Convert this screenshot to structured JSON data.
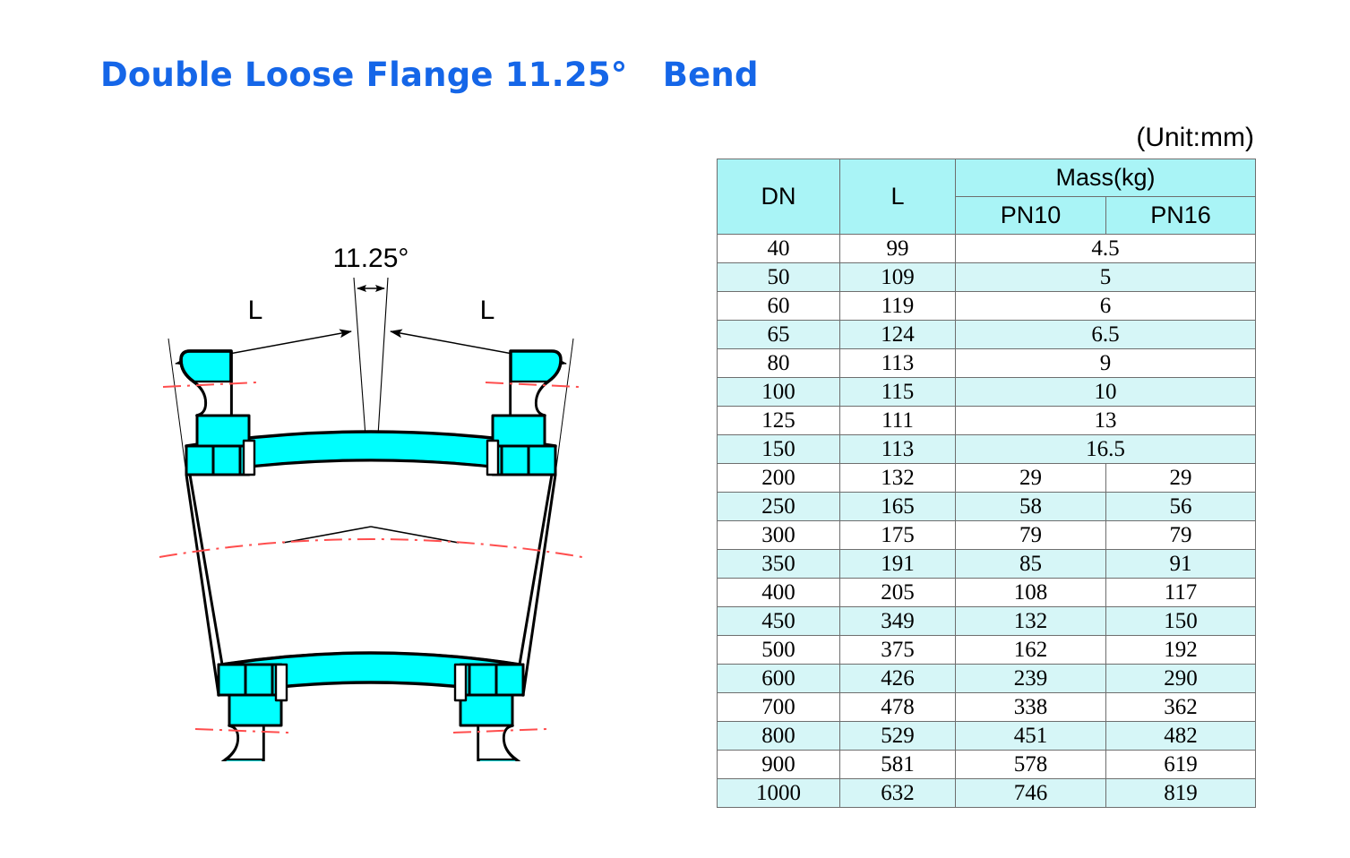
{
  "title": "Double Loose Flange 11.25°   Bend",
  "unit_note": "(Unit:mm)",
  "drawing": {
    "angle_label": "11.25°",
    "dim_left_label": "L",
    "dim_right_label": "L",
    "body_color": "#00ffff",
    "outline_color": "#000000",
    "centerline_color": "#ff4d4d"
  },
  "table": {
    "headers": {
      "dn": "DN",
      "l": "L",
      "mass_group": "Mass(kg)",
      "pn10": "PN10",
      "pn16": "PN16"
    },
    "rows": [
      {
        "dn": "40",
        "l": "99",
        "pn10": "4.5",
        "pn16": "4.5",
        "merged": true
      },
      {
        "dn": "50",
        "l": "109",
        "pn10": "5",
        "pn16": "5",
        "merged": true
      },
      {
        "dn": "60",
        "l": "119",
        "pn10": "6",
        "pn16": "6",
        "merged": true
      },
      {
        "dn": "65",
        "l": "124",
        "pn10": "6.5",
        "pn16": "6.5",
        "merged": true
      },
      {
        "dn": "80",
        "l": "113",
        "pn10": "9",
        "pn16": "9",
        "merged": true
      },
      {
        "dn": "100",
        "l": "115",
        "pn10": "10",
        "pn16": "10",
        "merged": true
      },
      {
        "dn": "125",
        "l": "111",
        "pn10": "13",
        "pn16": "13",
        "merged": true
      },
      {
        "dn": "150",
        "l": "113",
        "pn10": "16.5",
        "pn16": "16.5",
        "merged": true
      },
      {
        "dn": "200",
        "l": "132",
        "pn10": "29",
        "pn16": "29",
        "merged": false
      },
      {
        "dn": "250",
        "l": "165",
        "pn10": "58",
        "pn16": "56",
        "merged": false
      },
      {
        "dn": "300",
        "l": "175",
        "pn10": "79",
        "pn16": "79",
        "merged": false
      },
      {
        "dn": "350",
        "l": "191",
        "pn10": "85",
        "pn16": "91",
        "merged": false
      },
      {
        "dn": "400",
        "l": "205",
        "pn10": "108",
        "pn16": "117",
        "merged": false
      },
      {
        "dn": "450",
        "l": "349",
        "pn10": "132",
        "pn16": "150",
        "merged": false
      },
      {
        "dn": "500",
        "l": "375",
        "pn10": "162",
        "pn16": "192",
        "merged": false
      },
      {
        "dn": "600",
        "l": "426",
        "pn10": "239",
        "pn16": "290",
        "merged": false
      },
      {
        "dn": "700",
        "l": "478",
        "pn10": "338",
        "pn16": "362",
        "merged": false
      },
      {
        "dn": "800",
        "l": "529",
        "pn10": "451",
        "pn16": "482",
        "merged": false
      },
      {
        "dn": "900",
        "l": "581",
        "pn10": "578",
        "pn16": "619",
        "merged": false
      },
      {
        "dn": "1000",
        "l": "632",
        "pn10": "746",
        "pn16": "819",
        "merged": false
      }
    ]
  }
}
